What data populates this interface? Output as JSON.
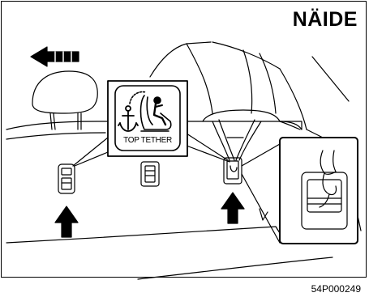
{
  "header": {
    "title": "NÄIDE"
  },
  "footer": {
    "code": "54P000249"
  },
  "label": {
    "text": "TOP TETHER"
  },
  "icons": [
    "anchor-icon",
    "child-seat-icon",
    "arrow-left-icon",
    "arrow-up-icon"
  ],
  "colors": {
    "line": "#000000",
    "background": "#ffffff",
    "arrow": "#000000"
  }
}
